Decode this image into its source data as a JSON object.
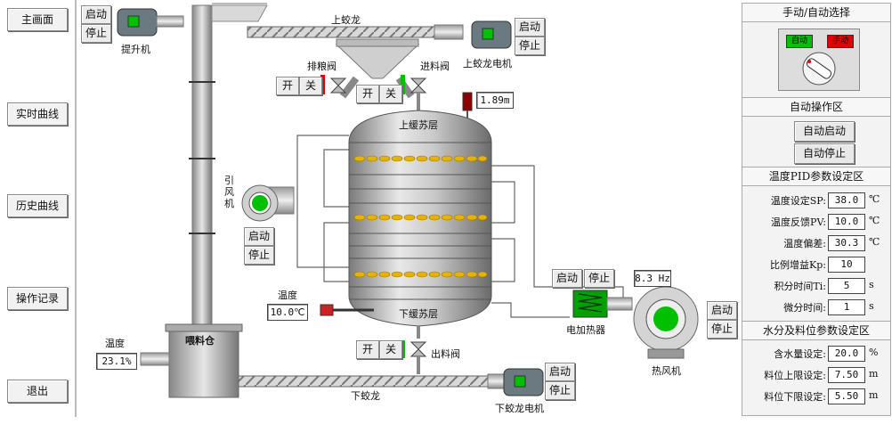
{
  "nav": [
    "主画面",
    "实时曲线",
    "历史曲线",
    "操作记录",
    "退出"
  ],
  "controls": {
    "start": "启动",
    "stop": "停止",
    "open": "开",
    "close": "关"
  },
  "equipment": {
    "elevator": "提升机",
    "upper_conveyor": "上蛟龙",
    "upper_conveyor_motor": "上蛟龙电机",
    "discharge_valve": "排粮阀",
    "feed_valve": "进料阀",
    "upper_buffer": "上缓苏层",
    "lower_buffer": "下缓苏层",
    "induced_fan": "引风机",
    "wet_bin": "喂料仓",
    "lower_conveyor": "下蛟龙",
    "lower_conveyor_motor": "下蛟龙电机",
    "outlet_valve": "出料阀",
    "electric_heater": "电加热器",
    "hot_air_fan": "热风机",
    "temperature_label": "温度"
  },
  "readings": {
    "level": "1.89m",
    "dryer_temp": "10.0℃",
    "bin_temp": "23.1%",
    "frequency": "8.3 Hz"
  },
  "panel": {
    "mode_title": "手动/自动选择",
    "auto_lamp": "自动",
    "manual_lamp": "手动",
    "auto_area_title": "自动操作区",
    "auto_start": "自动启动",
    "auto_stop": "自动停止",
    "pid_title": "温度PID参数设定区",
    "pid": [
      {
        "label": "温度设定SP:",
        "value": "38.0",
        "unit": "℃"
      },
      {
        "label": "温度反馈PV:",
        "value": "10.0",
        "unit": "℃"
      },
      {
        "label": "温度偏差:",
        "value": "30.3",
        "unit": "℃"
      },
      {
        "label": "比例增益Kp:",
        "value": "10",
        "unit": ""
      },
      {
        "label": "积分时间Ti:",
        "value": "5",
        "unit": "s"
      },
      {
        "label": "微分时间:",
        "value": "1",
        "unit": "s"
      }
    ],
    "moist_title": "水分及料位参数设定区",
    "moist": [
      {
        "label": "含水量设定:",
        "value": "20.0",
        "unit": "%"
      },
      {
        "label": "料位上限设定:",
        "value": "7.50",
        "unit": "m"
      },
      {
        "label": "料位下限设定:",
        "value": "5.50",
        "unit": "m"
      }
    ]
  },
  "colors": {
    "run_green": "#00c000",
    "stop_red": "#e00000"
  }
}
